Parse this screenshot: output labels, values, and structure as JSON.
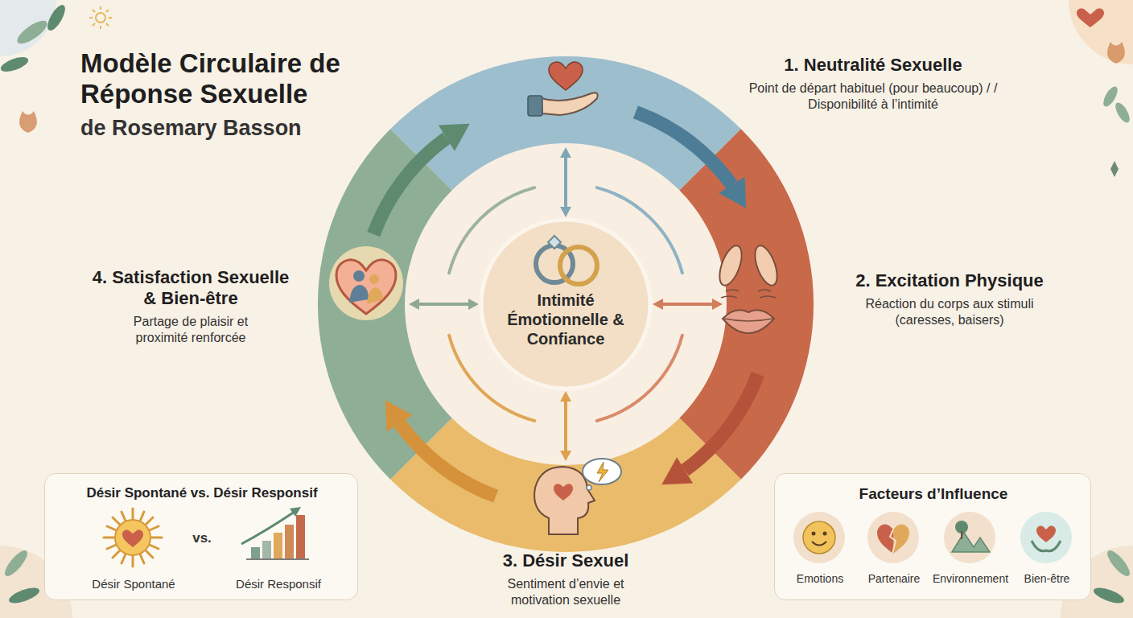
{
  "diagram": {
    "title": "Modèle Circulaire de Réponse Sexuelle",
    "nodes": [
      {
        "text": [
          "1. Neutralité Sexuelle",
          "Point de départ habituel (pour beaucoup) / / Disponibilité à l’intimité"
        ]
      },
      {
        "text": [
          "2. Excitation Physique",
          "Réaction du corps aux stimuli (caresses, baisers)"
        ]
      },
      {
        "text": [
          "3. Désir Sexuel",
          "Sentiment d’envie et motivation sexuelle"
        ]
      },
      {
        "text": [
          "4. Satisfaction Sexuelle & Bien-être",
          "Partage de plaisir et proximité renforcée"
        ]
      },
      {
        "text": [
          "Intimité Émotionnelle & Confiance"
        ]
      },
      {
        "text": [
          "Désir Spontané vs. Désir Responsif",
          "vs.",
          "Désir Spontané",
          "Désir Responsif"
        ]
      },
      {
        "text": [
          "Facteurs d’Influence",
          "Emotions",
          "Partenaire",
          "Environnement",
          "Bien-être"
        ]
      }
    ],
    "edges": [
      {
        "from": 0,
        "to": 1,
        "arrow": "to"
      },
      {
        "from": 1,
        "to": 2,
        "arrow": "to"
      },
      {
        "from": 2,
        "to": 3,
        "arrow": "to"
      },
      {
        "from": 3,
        "to": 0,
        "arrow": "to"
      },
      {
        "from": 4,
        "to": 0,
        "arrow": "both"
      },
      {
        "from": 4,
        "to": 1,
        "arrow": "both"
      },
      {
        "from": 4,
        "to": 2,
        "arrow": "both"
      },
      {
        "from": 4,
        "to": 3,
        "arrow": "both"
      }
    ],
    "labels": [
      "de Rosemary Basson"
    ]
  }
}
